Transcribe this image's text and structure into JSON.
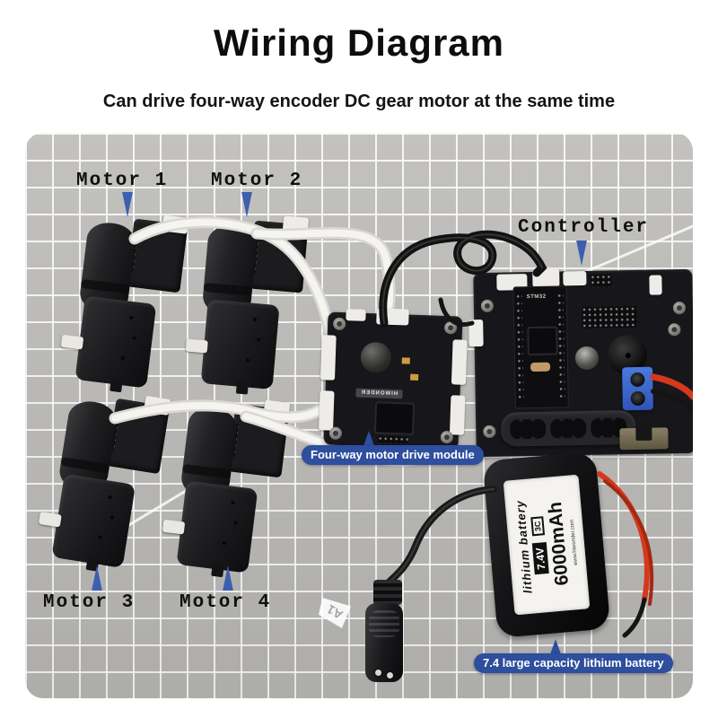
{
  "header": {
    "title": "Wiring Diagram",
    "subtitle": "Can drive four-way encoder DC gear motor at the same time"
  },
  "labels": {
    "motor1": "Motor 1",
    "motor2": "Motor 2",
    "motor3": "Motor 3",
    "motor4": "Motor 4",
    "controller": "Controller"
  },
  "callouts": {
    "drive_module": "Four-way motor drive module",
    "battery": "7.4 large capacity lithium battery"
  },
  "battery_label": {
    "product": "lithium battery",
    "voltage": "7.4V",
    "c_rating": "3C",
    "capacity": "6000mAh",
    "website": "www.hiwonder.com"
  },
  "board_text": {
    "mcu": "STM32",
    "brand": "HIWONDER"
  },
  "mat_marker": "A1",
  "colors": {
    "callout_bg": "#2e4e9e",
    "arrow_blue": "#3c5fae",
    "mat_grey": "#b7b6b3",
    "grid_line": "#ffffff",
    "wire_red": "#d6381c",
    "terminal_blue": "#3e6bd5",
    "board_black": "#17171b",
    "ribbon_white": "#f5f4f1"
  }
}
